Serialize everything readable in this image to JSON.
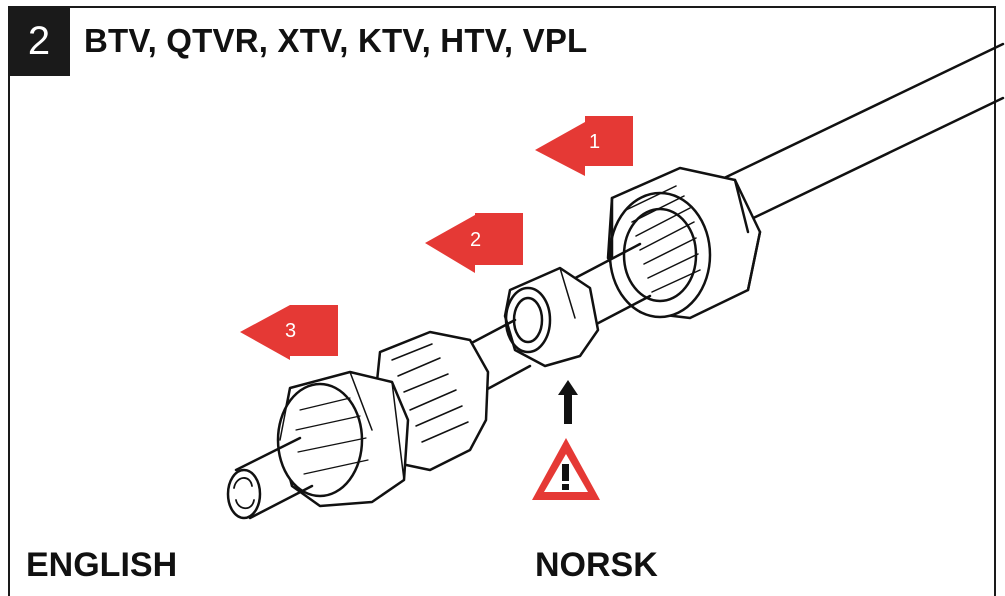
{
  "header": {
    "step_number": "2",
    "title": "BTV, QTVR, XTV, KTV, HTV, VPL"
  },
  "illustration": {
    "arrows": [
      {
        "label": "1"
      },
      {
        "label": "2"
      },
      {
        "label": "3"
      }
    ],
    "warning_icon": "warning-triangle-icon",
    "accent_color": "#e53935"
  },
  "languages": {
    "left": "ENGLISH",
    "right": "NORSK"
  }
}
